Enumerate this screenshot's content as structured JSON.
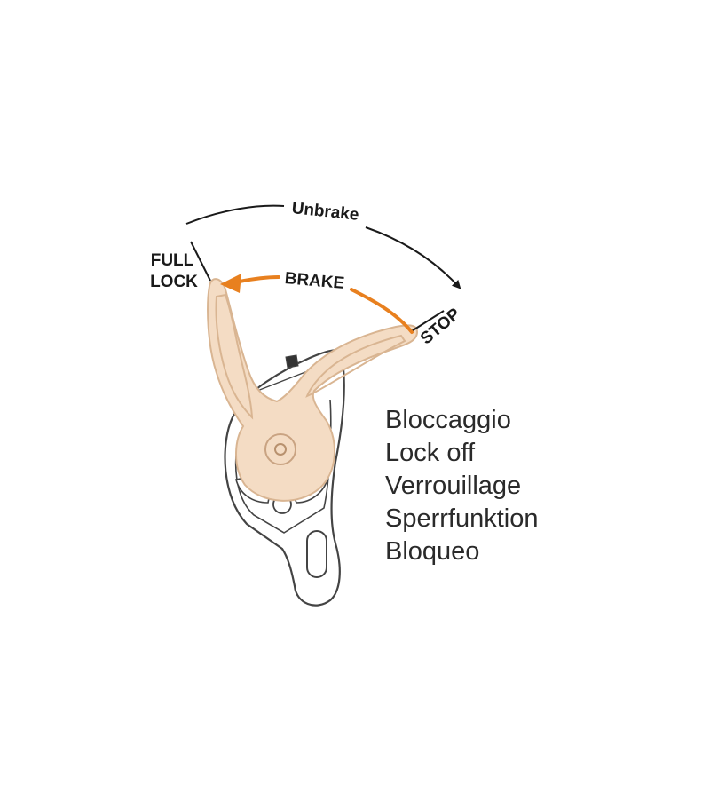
{
  "labels": {
    "unbrake": "Unbrake",
    "brake": "BRAKE",
    "full_lock_line1": "FULL",
    "full_lock_line2": "LOCK",
    "stop": "STOP"
  },
  "captions": [
    "Bloccaggio",
    "Lock off",
    "Verrouillage",
    "Sperrfunktion",
    "Bloqueo"
  ],
  "colors": {
    "handle_fill": "#f4dcc4",
    "handle_stroke": "#d9b592",
    "brake_arrow": "#e8801f",
    "line": "#1a1a1a",
    "body_stroke": "#444444"
  }
}
